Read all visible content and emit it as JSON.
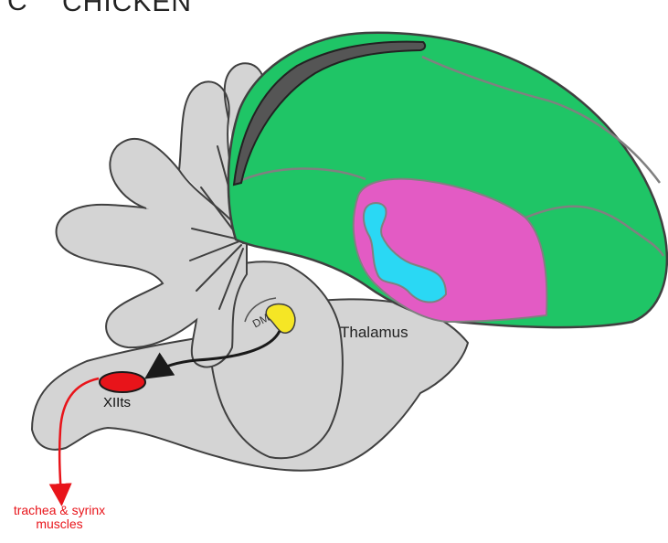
{
  "panel": {
    "letter": "C",
    "title": "CHICKEN"
  },
  "labels": {
    "thalamus": "Thalamus",
    "dm": "DM",
    "xiits": "XIIts",
    "output_line1": "trachea & syrinx",
    "output_line2": "muscles"
  },
  "colors": {
    "brainstem_gray": "#d4d4d4",
    "outline": "#404040",
    "telencephalon_green": "#1fc566",
    "striatum_magenta": "#e35bc4",
    "ventricle_cyan": "#2ad8f4",
    "dm_yellow": "#f5e625",
    "xiits_red": "#e8141a",
    "pathway_arrow": "#1a1a1a",
    "output_arrow": "#e8141a"
  }
}
